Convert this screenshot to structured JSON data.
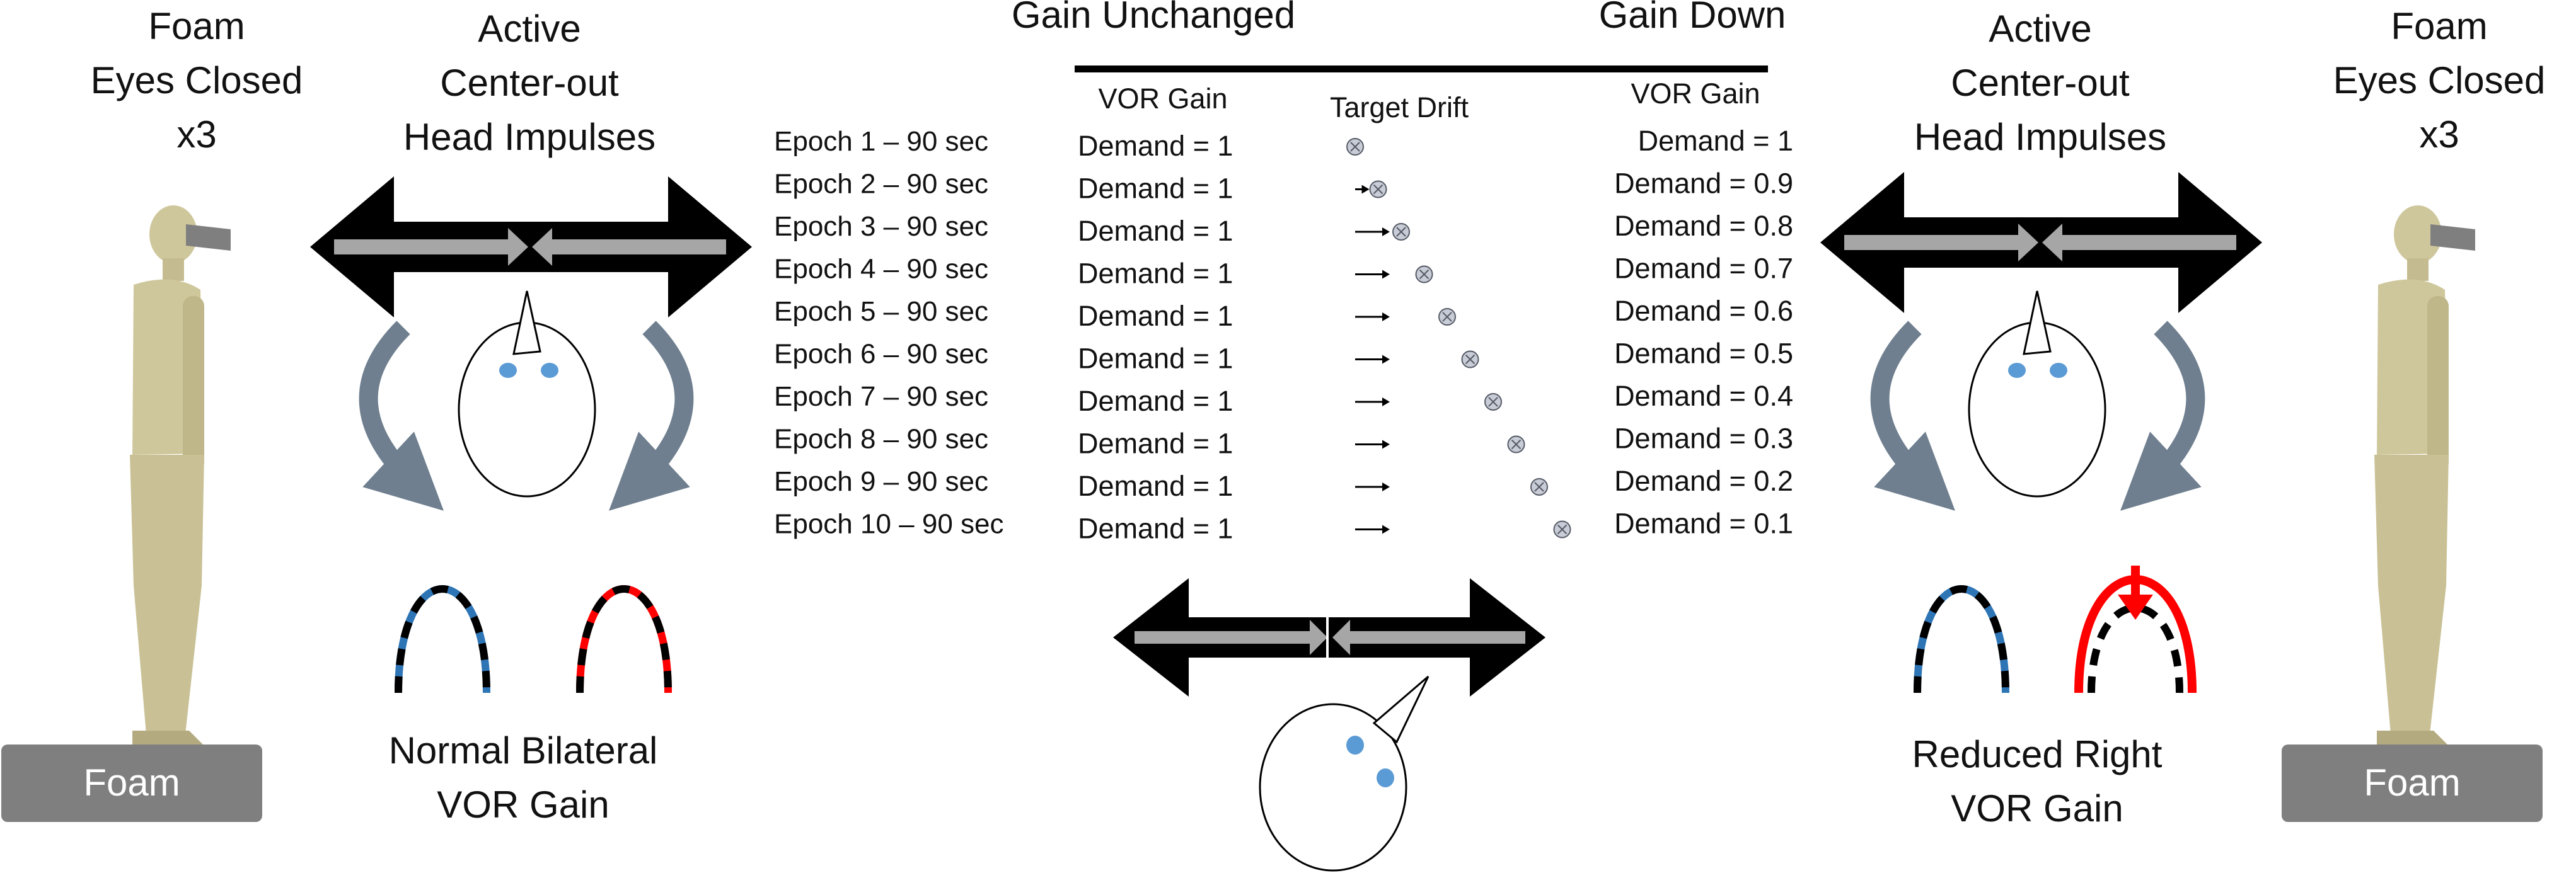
{
  "left_panel": {
    "foam_label": "Foam",
    "eyes_closed_label": "Eyes Closed",
    "repeat_label": "x3",
    "active_label": "Active",
    "center_out_label": "Center-out",
    "head_impulses_label": "Head Impulses",
    "gain_caption_line1": "Normal Bilateral",
    "gain_caption_line2": "VOR Gain",
    "foam_pad_label": "Foam"
  },
  "right_panel": {
    "foam_label": "Foam",
    "eyes_closed_label": "Eyes Closed",
    "repeat_label": "x3",
    "active_label": "Active",
    "center_out_label": "Center-out",
    "head_impulses_label": "Head Impulses",
    "gain_caption_line1": "Reduced Right",
    "gain_caption_line2": "VOR Gain",
    "foam_pad_label": "Foam"
  },
  "center": {
    "gain_unchanged_label": "Gain Unchanged",
    "gain_down_label": "Gain Down",
    "vor_gain_left_header": "VOR Gain",
    "target_drift_header": "Target Drift",
    "vor_gain_right_header": "VOR Gain",
    "epochs": [
      {
        "label": "Epoch 1 – 90 sec",
        "left": "Demand = 1",
        "right": "Demand = 1",
        "drift": 0
      },
      {
        "label": "Epoch 2 – 90 sec",
        "left": "Demand = 1",
        "right": "Demand = 0.9",
        "drift": 1
      },
      {
        "label": "Epoch 3 – 90 sec",
        "left": "Demand = 1",
        "right": "Demand = 0.8",
        "drift": 2
      },
      {
        "label": "Epoch 4 – 90 sec",
        "left": "Demand = 1",
        "right": "Demand = 0.7",
        "drift": 3
      },
      {
        "label": "Epoch 5 – 90 sec",
        "left": "Demand = 1",
        "right": "Demand = 0.6",
        "drift": 4
      },
      {
        "label": "Epoch 6 – 90 sec",
        "left": "Demand = 1",
        "right": "Demand = 0.5",
        "drift": 5
      },
      {
        "label": "Epoch 7 – 90 sec",
        "left": "Demand = 1",
        "right": "Demand = 0.4",
        "drift": 6
      },
      {
        "label": "Epoch 8 – 90 sec",
        "left": "Demand = 1",
        "right": "Demand = 0.3",
        "drift": 7
      },
      {
        "label": "Epoch 9 – 90 sec",
        "left": "Demand = 1",
        "right": "Demand = 0.2",
        "drift": 8
      },
      {
        "label": "Epoch 10 – 90 sec",
        "left": "Demand = 1",
        "right": "Demand = 0.1",
        "drift": 9
      }
    ]
  },
  "colors": {
    "arrow_black": "#000000",
    "arrow_gray": "#a6a6a6",
    "curve_arrow": "#6f7f8f",
    "eye_blue": "#5b9bd5",
    "trace_blue": "#2e75b6",
    "trace_red": "#ff0000",
    "foam_pad": "#7f7f7f",
    "figure": "#cfc79c",
    "target_dot": "#c8ccd6"
  }
}
